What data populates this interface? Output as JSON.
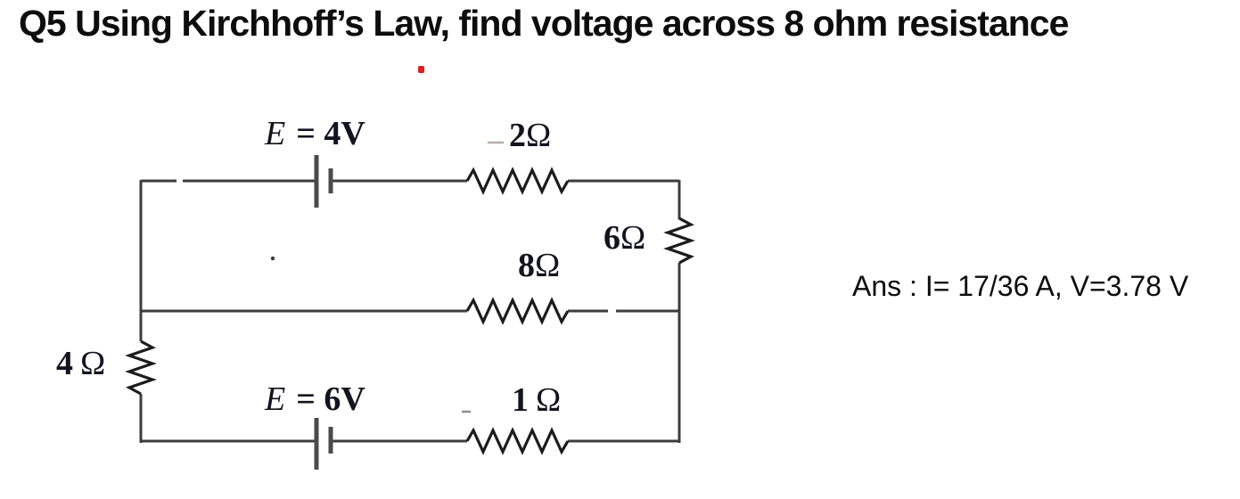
{
  "title": "Q5 Using Kirchhoff’s Law, find voltage across 8 ohm resistance",
  "answer": "Ans : I= 17/36 A, V=3.78 V",
  "circuit": {
    "sources": {
      "top": {
        "symbol": "E",
        "value": "= 4V"
      },
      "bottom": {
        "symbol": "E",
        "value": "= 6V"
      }
    },
    "resistors": {
      "top": {
        "value": "2",
        "unit": "Ω"
      },
      "right": {
        "value": "6",
        "unit": "Ω"
      },
      "middle": {
        "value": "8",
        "unit": "Ω"
      },
      "left": {
        "value": "4",
        "unit": "Ω"
      },
      "bottom": {
        "value": "1",
        "unit": "Ω"
      }
    }
  },
  "colors": {
    "ink": "#0d0d0d",
    "wire": "#3d3d3d",
    "zigzag": "#1c1c1c",
    "battery_plate": "#4a4a4a",
    "red_dot": "#df1f1f"
  }
}
